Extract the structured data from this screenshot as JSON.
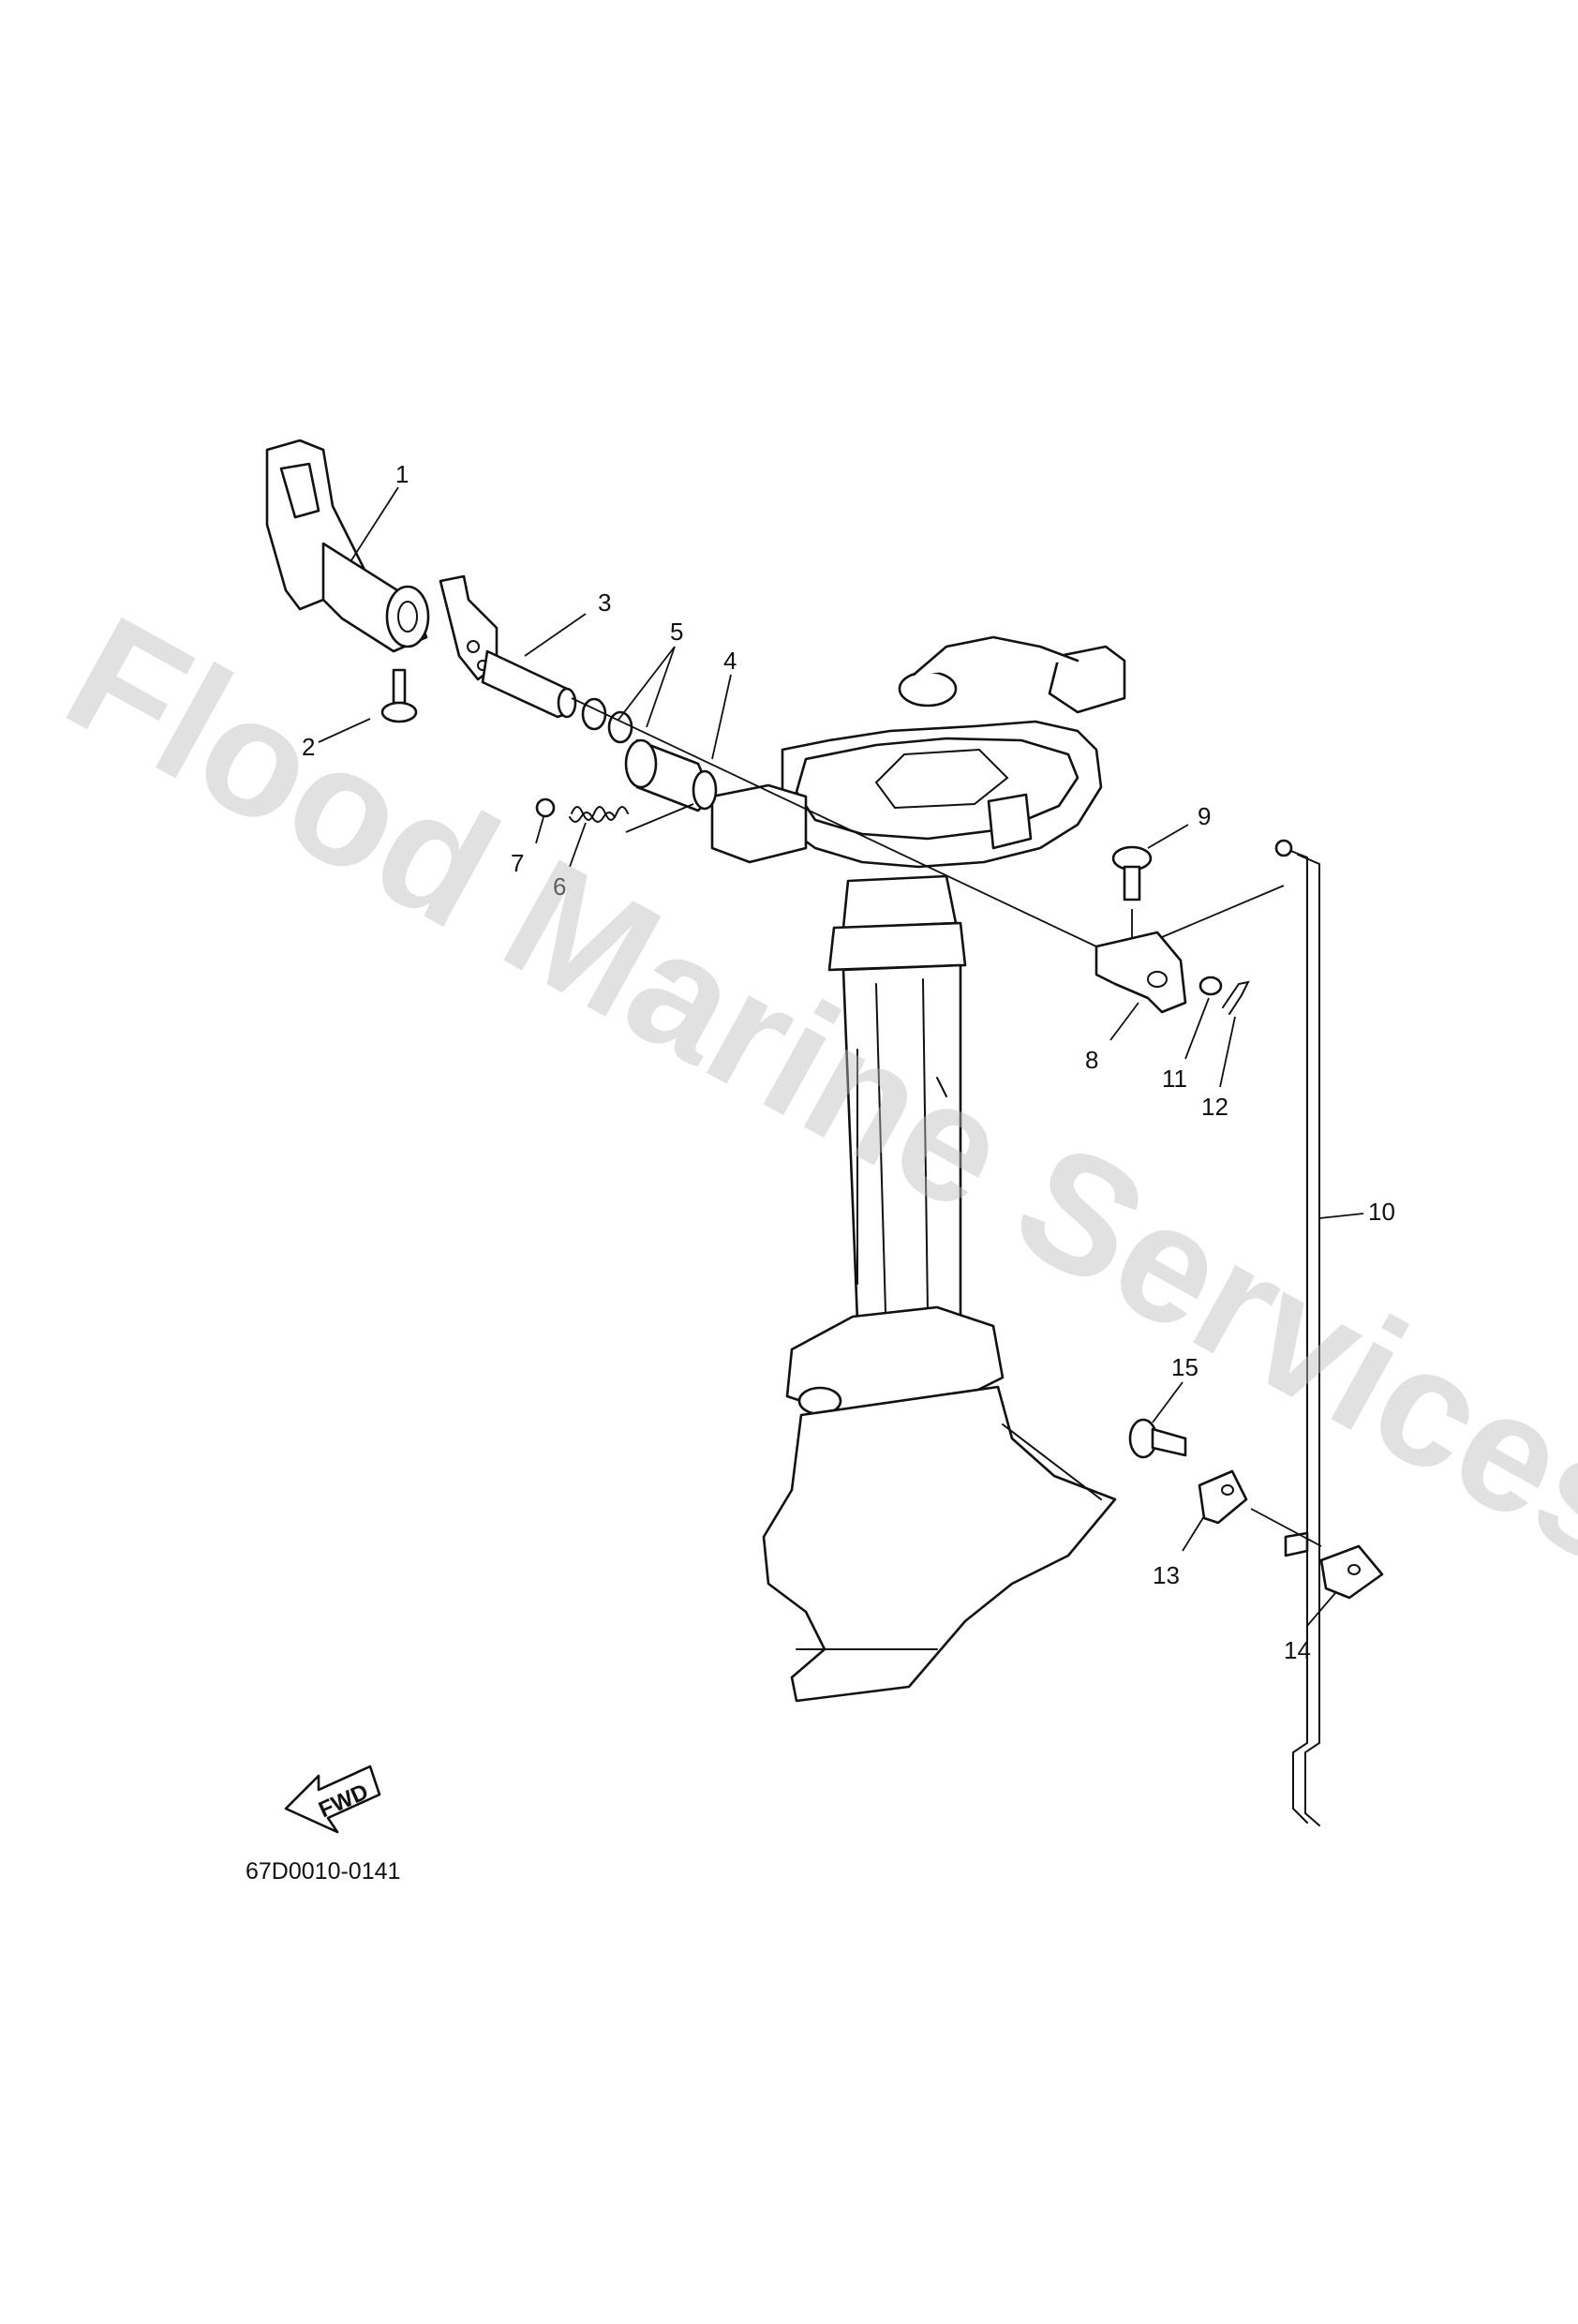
{
  "watermark": "Flood Marine Services",
  "diagram_code": "67D0010-0141",
  "fwd_label": "FWD",
  "callouts": [
    "1",
    "2",
    "3",
    "4",
    "5",
    "6",
    "7",
    "8",
    "9",
    "10",
    "11",
    "12",
    "13",
    "14",
    "15"
  ]
}
